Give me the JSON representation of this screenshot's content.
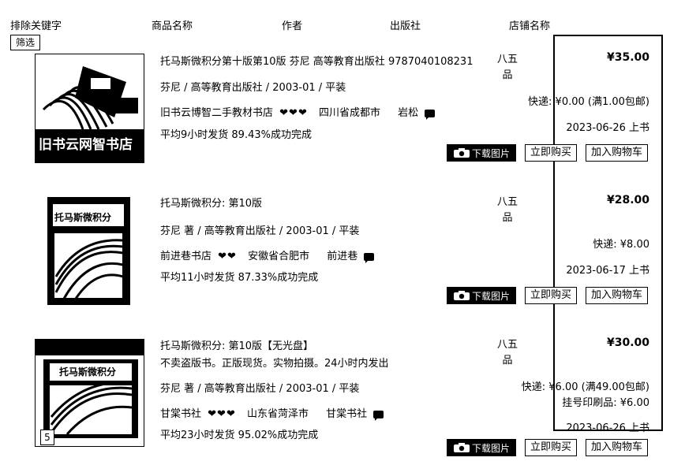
{
  "header": {
    "exclude_keyword": "排除关键字",
    "product_name": "商品名称",
    "author": "作者",
    "publisher": "出版社",
    "shop_name": "店铺名称",
    "filter_button": "筛选"
  },
  "actions": {
    "download_image": "下载图片",
    "buy_now": "立即购买",
    "add_to_cart": "加入购物车"
  },
  "listings": [
    {
      "title": "托马斯微积分第十版第10版 芬尼 高等教育出版社 9787040108231",
      "subtitle": "",
      "publish_info": "芬尼 / 高等教育出版社 / 2003-01 / 平装",
      "shop": "旧书云博智二手教材书店",
      "location": "四川省成都市",
      "seller": "岩松",
      "stats": "平均9小时发货    89.43%成功完成",
      "condition": "八五品",
      "price": "¥35.00",
      "shipping": "快递: ¥0.00 (满1.00包邮)",
      "extra_fee": "",
      "listed": "2023-06-26 上书",
      "thumb_text": "旧书云网智书店",
      "thumb_badge": ""
    },
    {
      "title": "托马斯微积分: 第10版",
      "subtitle": "",
      "publish_info": "芬尼 著 / 高等教育出版社 / 2003-01 / 平装",
      "shop": "前进巷书店",
      "location": "安徽省合肥市",
      "seller": "前进巷",
      "stats": "平均11小时发货    87.33%成功完成",
      "condition": "八五品",
      "price": "¥28.00",
      "shipping": "快递: ¥8.00",
      "extra_fee": "",
      "listed": "2023-06-17 上书",
      "thumb_text": "托马斯微积分",
      "thumb_badge": ""
    },
    {
      "title": "托马斯微积分: 第10版【无光盘】",
      "subtitle": "不卖盗版书。正版现货。实物拍摄。24小时内发出",
      "publish_info": "芬尼 著 / 高等教育出版社 / 2003-01 / 平装",
      "shop": "甘棠书社",
      "location": "山东省菏泽市",
      "seller": "甘棠书社",
      "stats": "平均23小时发货    95.02%成功完成",
      "condition": "八五品",
      "price": "¥30.00",
      "shipping": "快递: ¥6.00 (满49.00包邮)",
      "extra_fee": "挂号印刷品: ¥6.00",
      "listed": "2023-06-26 上书",
      "thumb_text": "托马斯微积分",
      "thumb_badge": "5"
    }
  ],
  "icons": {
    "heart": "heart-icon",
    "chat": "chat-icon",
    "camera": "camera-icon"
  }
}
